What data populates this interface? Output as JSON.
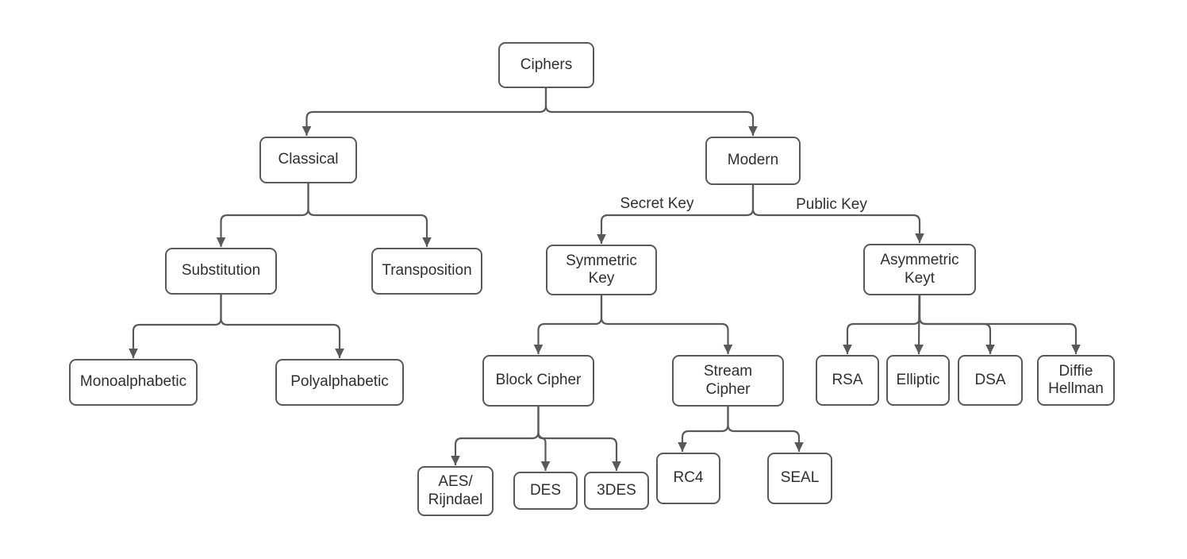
{
  "diagram": {
    "title": "Ciphers classification tree",
    "colors": {
      "stroke": "#595959",
      "text": "#2f2f2f",
      "background": "#ffffff"
    },
    "nodes": {
      "ciphers": {
        "label": "Ciphers"
      },
      "classical": {
        "label": "Classical"
      },
      "modern": {
        "label": "Modern"
      },
      "substitution": {
        "label": "Substitution"
      },
      "transposition": {
        "label": "Transposition"
      },
      "symmetric_key": {
        "label": "Symmetric\nKey"
      },
      "asymmetric_keyt": {
        "label": "Asymmetric\nKeyt"
      },
      "monoalphabetic": {
        "label": "Monoalphabetic"
      },
      "polyalphabetic": {
        "label": "Polyalphabetic"
      },
      "block_cipher": {
        "label": "Block Cipher"
      },
      "stream_cipher": {
        "label": "Stream\nCipher"
      },
      "rsa": {
        "label": "RSA"
      },
      "elliptic": {
        "label": "Elliptic"
      },
      "dsa": {
        "label": "DSA"
      },
      "diffie_hellman": {
        "label": "Diffie\nHellman"
      },
      "aes_rijndael": {
        "label": "AES/\nRijndael"
      },
      "des": {
        "label": "DES"
      },
      "tdes": {
        "label": "3DES"
      },
      "rc4": {
        "label": "RC4"
      },
      "seal": {
        "label": "SEAL"
      }
    },
    "edge_labels": {
      "secret_key": "Secret Key",
      "public_key": "Public Key"
    },
    "edges": [
      {
        "from": "ciphers",
        "to": "classical"
      },
      {
        "from": "ciphers",
        "to": "modern"
      },
      {
        "from": "classical",
        "to": "substitution"
      },
      {
        "from": "classical",
        "to": "transposition"
      },
      {
        "from": "modern",
        "to": "symmetric_key",
        "label": "Secret Key"
      },
      {
        "from": "modern",
        "to": "asymmetric_keyt",
        "label": "Public Key"
      },
      {
        "from": "substitution",
        "to": "monoalphabetic"
      },
      {
        "from": "substitution",
        "to": "polyalphabetic"
      },
      {
        "from": "symmetric_key",
        "to": "block_cipher"
      },
      {
        "from": "symmetric_key",
        "to": "stream_cipher"
      },
      {
        "from": "asymmetric_keyt",
        "to": "rsa"
      },
      {
        "from": "asymmetric_keyt",
        "to": "elliptic"
      },
      {
        "from": "asymmetric_keyt",
        "to": "dsa"
      },
      {
        "from": "asymmetric_keyt",
        "to": "diffie_hellman"
      },
      {
        "from": "block_cipher",
        "to": "aes_rijndael"
      },
      {
        "from": "block_cipher",
        "to": "des"
      },
      {
        "from": "block_cipher",
        "to": "tdes"
      },
      {
        "from": "stream_cipher",
        "to": "rc4"
      },
      {
        "from": "stream_cipher",
        "to": "seal"
      }
    ]
  }
}
